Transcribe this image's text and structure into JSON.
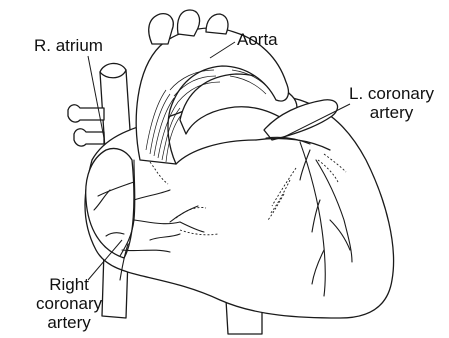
{
  "labels": {
    "r_atrium": "R. atrium",
    "aorta": "Aorta",
    "l_coronary": [
      "L. coronary",
      "artery"
    ],
    "right_coronary": [
      "Right",
      "coronary",
      "artery"
    ]
  },
  "colors": {
    "line": "#1a1a1a",
    "fill": "#ffffff",
    "text": "#111111"
  }
}
